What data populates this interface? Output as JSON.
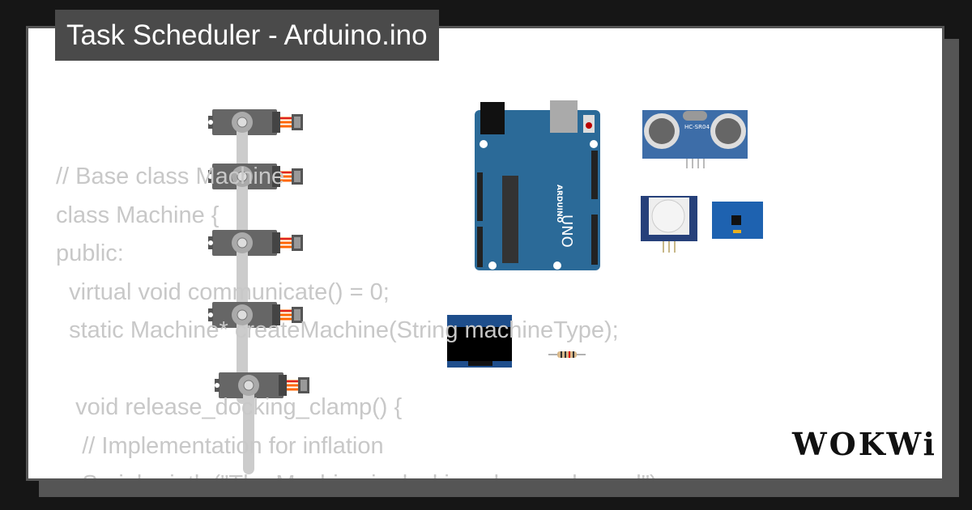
{
  "title": "Task Scheduler - Arduino.ino",
  "code_lines": [
    "// Base class Machine",
    "class Machine {",
    "public:",
    "  virtual void communicate() = 0;",
    "  static Machine* createMachine(String machineType);",
    "",
    "   void release_docking_clamp() {",
    "    // Implementation for inflation",
    "    Serial.println(\"The Machine is docking clamp released\");"
  ],
  "components": {
    "arduino": {
      "brand": "ARDUINO",
      "model": "UNO"
    },
    "ultrasonic": {
      "label": "HC-SR04"
    },
    "servos": 5
  },
  "logo": "WOKWi",
  "colors": {
    "board": "#2b6a98",
    "card": "#ffffff",
    "title_bg": "#4a4a4a",
    "code": "#c8c8c8"
  }
}
